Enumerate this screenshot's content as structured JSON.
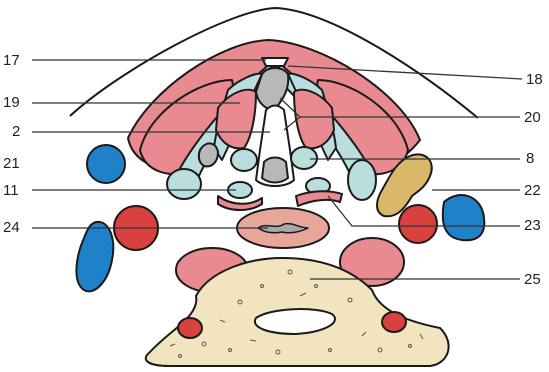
{
  "labels": {
    "l17": "17",
    "l18": "18",
    "l19": "19",
    "l20": "20",
    "l2": "2",
    "l8": "8",
    "l21": "21",
    "l11": "11",
    "l22": "22",
    "l24": "24",
    "l23": "23",
    "l25": "25"
  },
  "colors": {
    "muscle": "#e88a8f",
    "cartilage": "#b9dedd",
    "artery": "#d9413f",
    "vein": "#1f82c9",
    "bone": "#f3e4c0",
    "gland": "#d9b86a",
    "gray": "#b8b8b8",
    "outline": "#1a1a1a",
    "leader": "#333333"
  }
}
